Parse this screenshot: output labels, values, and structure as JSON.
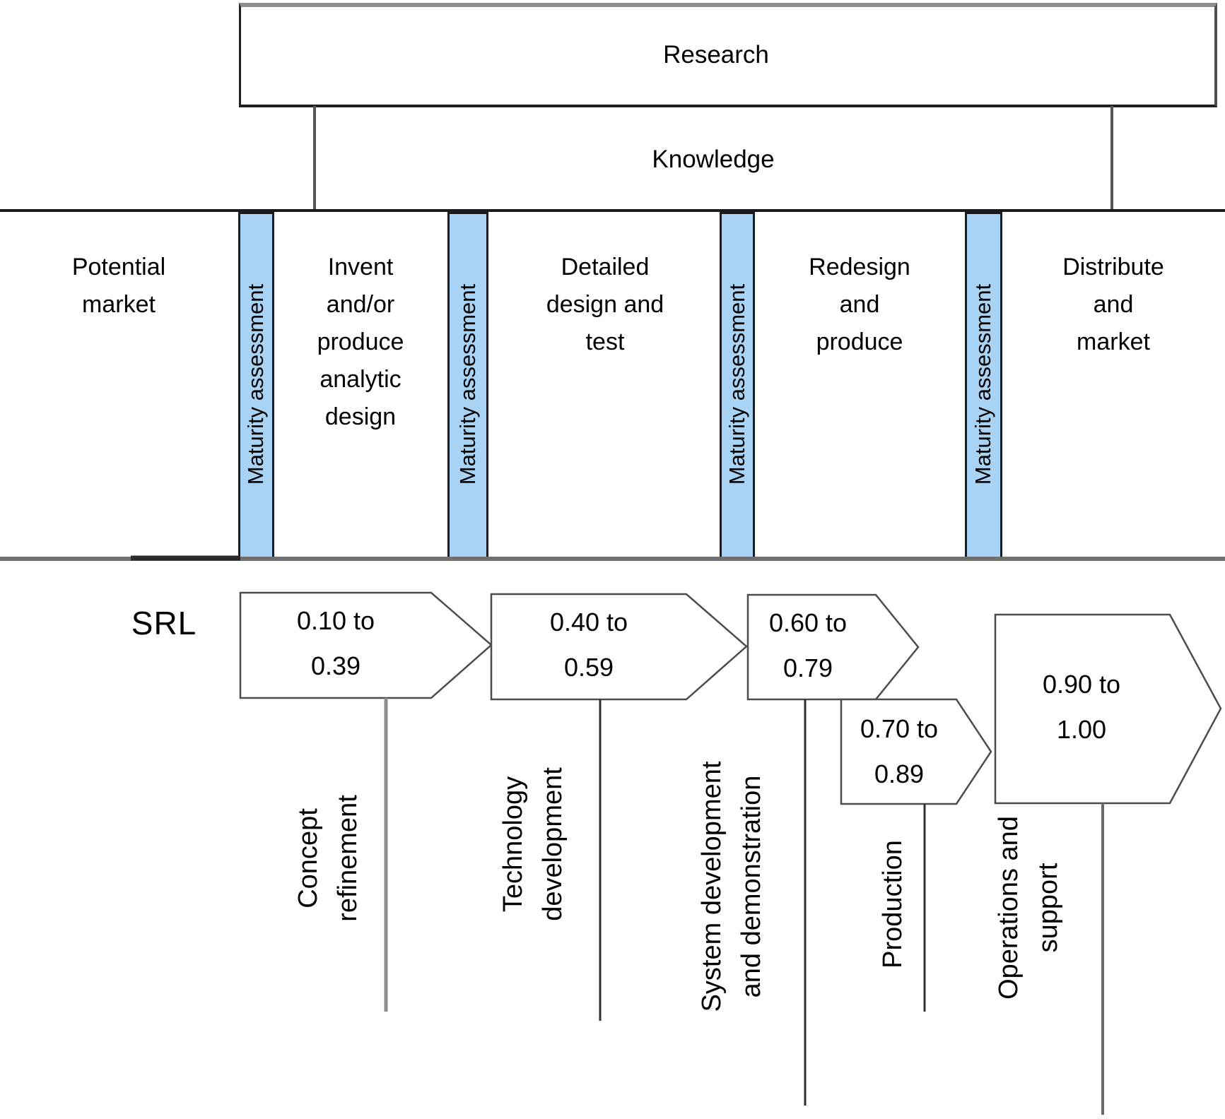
{
  "top_flow": {
    "research_label": "Research",
    "knowledge_label": "Knowledge"
  },
  "pipeline": {
    "maturity_label": "Maturity assessment",
    "stages": [
      {
        "label": "Potential\nmarket"
      },
      {
        "label": "Invent\nand/or\nproduce\nanalytic\ndesign"
      },
      {
        "label": "Detailed\ndesign and\ntest"
      },
      {
        "label": "Redesign\nand\nproduce"
      },
      {
        "label": "Distribute\nand\nmarket"
      }
    ]
  },
  "srl": {
    "label": "SRL",
    "ranges": [
      {
        "text": "0.10 to\n0.39"
      },
      {
        "text": "0.40 to\n0.59"
      },
      {
        "text": "0.60 to\n0.79"
      },
      {
        "text": "0.70 to\n0.89"
      },
      {
        "text": "0.90 to\n1.00"
      }
    ],
    "phases": [
      {
        "label": "Concept\nrefinement"
      },
      {
        "label": "Technology\ndevelopment"
      },
      {
        "label": "System development\nand demonstration"
      },
      {
        "label": "Production"
      },
      {
        "label": "Operations and\nsupport"
      }
    ]
  },
  "colors": {
    "maturity_bar_fill": "#a9d3f5",
    "line_dark": "#1f1f1f",
    "line_gray": "#707070",
    "arrow_stroke": "#4c4c4c"
  }
}
